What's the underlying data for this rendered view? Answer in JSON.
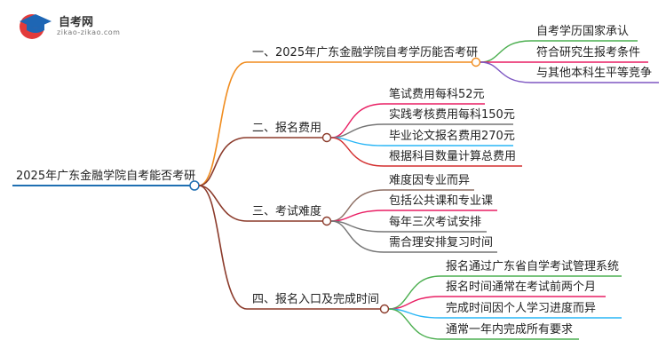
{
  "logo": {
    "title": "自考网",
    "subtitle": "zikao-zikao.com"
  },
  "root": {
    "label": "2025年广东金融学院自考能否考研"
  },
  "branches": [
    {
      "label": "一、2025年广东金融学院自考学历能否考研",
      "children": [
        "自考学历国家承认",
        "符合研究生报考条件",
        "与其他本科生平等竞争"
      ]
    },
    {
      "label": "二、报名费用",
      "children": [
        "笔试费用每科52元",
        "实践考核费用每科150元",
        "毕业论文报名费用270元",
        "根据科目数量计算总费用"
      ]
    },
    {
      "label": "三、考试难度",
      "children": [
        "难度因专业而异",
        "包括公共课和专业课",
        "每年三次考试安排",
        "需合理安排复习时间"
      ]
    },
    {
      "label": "四、报名入口及完成时间",
      "children": [
        "报名通过广东省自学考试管理系统",
        "报名时间通常在考试前两个月",
        "完成时间因个人学习进度而异",
        "通常一年内完成所有要求"
      ]
    }
  ],
  "colors": {
    "root": "#1f6fb2",
    "branch1": "#f08c1e",
    "branch2": "#8b3a2a",
    "branch3": "#8b3a2a",
    "branch4": "#8b3a2a",
    "leaf_palette": [
      "#4caf50",
      "#e91e63",
      "#7e57c2",
      "#29b6f6",
      "#d32f2f",
      "#8d6e63",
      "#757575",
      "#26a69a"
    ]
  }
}
